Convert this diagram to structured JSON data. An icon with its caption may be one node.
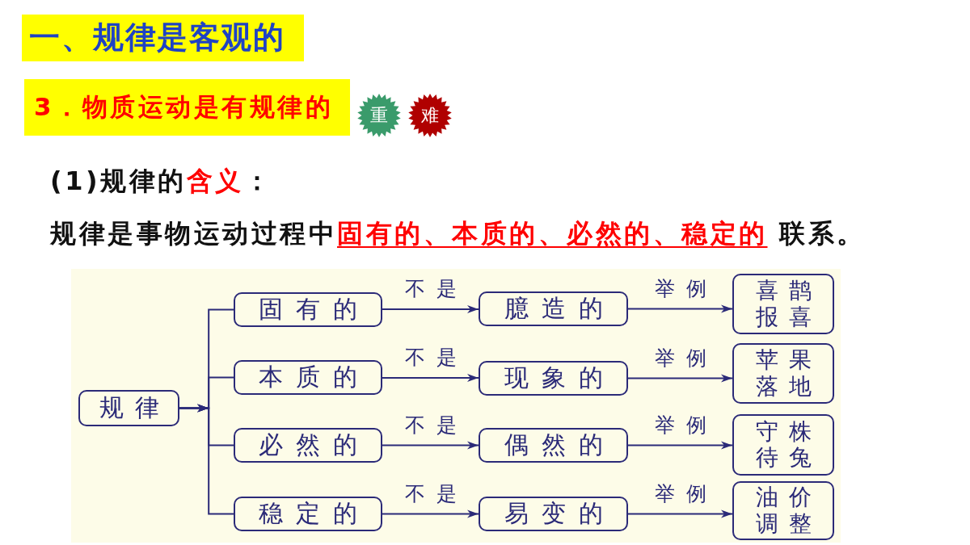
{
  "diagram": {
    "title": "一、规律是客观的",
    "nodes": [
      {
        "text": [
          "重"
        ]
      },
      {
        "text": [
          "难"
        ]
      },
      {
        "text": [
          "规律"
        ]
      },
      {
        "text": [
          "固有的"
        ]
      },
      {
        "text": [
          "臆造的"
        ]
      },
      {
        "text": [
          "喜鹊报喜"
        ]
      },
      {
        "text": [
          "本质的"
        ]
      },
      {
        "text": [
          "现象的"
        ]
      },
      {
        "text": [
          "苹果落地"
        ]
      },
      {
        "text": [
          "必然的"
        ]
      },
      {
        "text": [
          "偶然的"
        ]
      },
      {
        "text": [
          "守株待兔"
        ]
      },
      {
        "text": [
          "稳定的"
        ]
      },
      {
        "text": [
          "易变的"
        ]
      },
      {
        "text": [
          "油价调整"
        ]
      }
    ],
    "edges": [
      {
        "from": 2,
        "to": 3,
        "arrow": "to"
      },
      {
        "from": 2,
        "to": 6,
        "arrow": "to"
      },
      {
        "from": 2,
        "to": 9,
        "arrow": "to"
      },
      {
        "from": 2,
        "to": 12,
        "arrow": "to"
      },
      {
        "from": 3,
        "to": 4,
        "arrow": "to",
        "label": "不是"
      },
      {
        "from": 4,
        "to": 5,
        "arrow": "to",
        "label": "举例"
      },
      {
        "from": 6,
        "to": 7,
        "arrow": "to",
        "label": "不是"
      },
      {
        "from": 7,
        "to": 8,
        "arrow": "to",
        "label": "举例"
      },
      {
        "from": 9,
        "to": 10,
        "arrow": "to",
        "label": "不是"
      },
      {
        "from": 10,
        "to": 11,
        "arrow": "to",
        "label": "举例"
      },
      {
        "from": 12,
        "to": 13,
        "arrow": "to",
        "label": "不是"
      },
      {
        "from": 13,
        "to": 14,
        "arrow": "to",
        "label": "举例"
      }
    ],
    "labels": [
      "3．物质运动是有规律的",
      "(1)规律的**含义**：",
      "规律是事物运动过程中**固有的、本质的、必然的、稳定的** 联系。"
    ]
  }
}
